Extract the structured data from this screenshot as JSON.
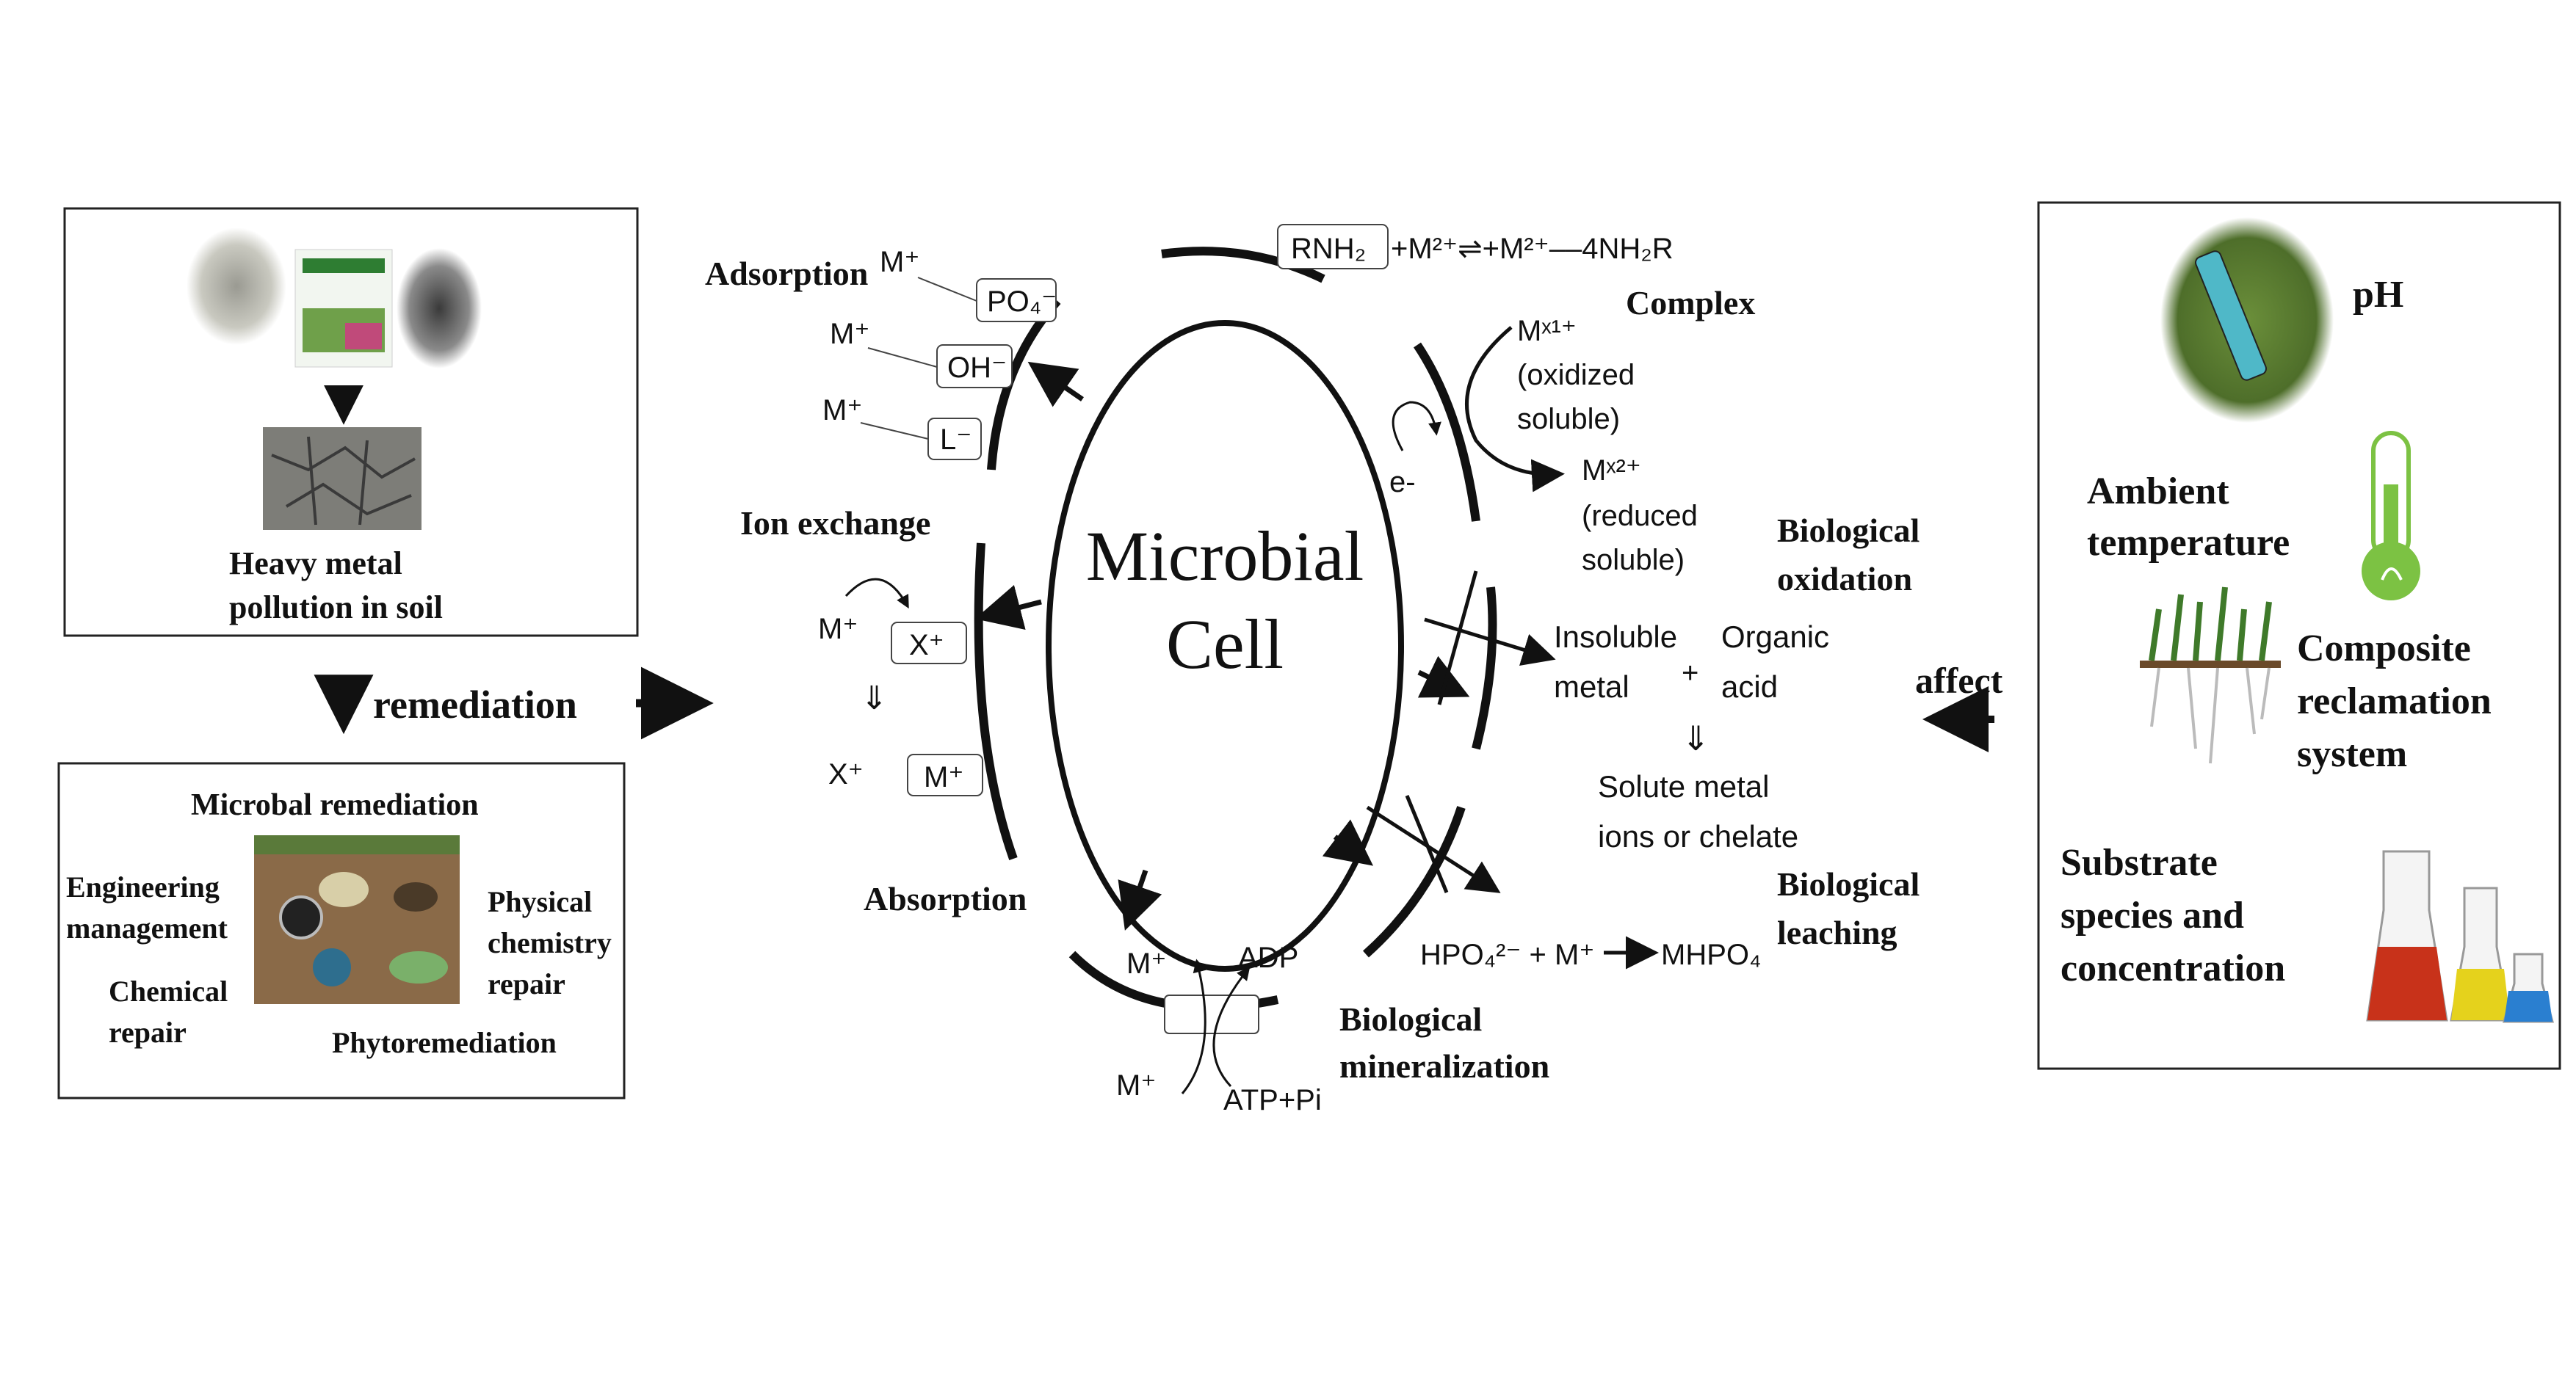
{
  "left_panel": {
    "pollution_title_line1": "Heavy metal",
    "pollution_title_line2": "pollution in soil",
    "remediation_label": "remediation",
    "methods_title": "Microbal remediation",
    "method_engineering_line1": "Engineering",
    "method_engineering_line2": "management",
    "method_physical_line1": "Physical",
    "method_physical_line2": "chemistry",
    "method_physical_line3": "repair",
    "method_chemical_line1": "Chemical",
    "method_chemical_line2": "repair",
    "method_phyto": "Phytoremediation"
  },
  "cell": {
    "title_line1": "Microbial",
    "title_line2": "Cell"
  },
  "mechanisms": {
    "adsorption": "Adsorption",
    "ion_exchange": "Ion exchange",
    "absorption": "Absorption",
    "complex": "Complex",
    "bio_oxidation_line1": "Biological",
    "bio_oxidation_line2": "oxidation",
    "bio_leaching_line1": "Biological",
    "bio_leaching_line2": "leaching",
    "bio_mineralization_line1": "Biological",
    "bio_mineralization_line2": "mineralization"
  },
  "species": {
    "m_plus": "M⁺",
    "po4": "PO₄⁻",
    "oh": "OH⁻",
    "l": "L⁻",
    "x_plus": "X⁺",
    "rnh2": "RNH₂",
    "complex_eq": "+M²⁺⇌+M²⁺‒‒4NH₂R",
    "mx1": "Mˣ¹⁺",
    "oxidized_line1": "(oxidized",
    "oxidized_line2": "soluble)",
    "mx2": "Mˣ²⁺",
    "reduced_line1": "(reduced",
    "reduced_line2": "soluble)",
    "electron": "e-",
    "insoluble_line1": "Insoluble",
    "insoluble_line2": "metal",
    "plus": "+",
    "organic_line1": "Organic",
    "organic_line2": "acid",
    "solute_line1": "Solute metal",
    "solute_line2": "ions or chelate",
    "hpo4_eq": "HPO₄²⁻ + M⁺",
    "mhpo4": "MHPO₄",
    "adp": "ADP",
    "atp": "ATP+Pi"
  },
  "right_panel": {
    "affect_label": "affect",
    "ph": "pH",
    "temp_line1": "Ambient",
    "temp_line2": "temperature",
    "composite_line1": "Composite",
    "composite_line2": "reclamation",
    "composite_line3": "system",
    "substrate_line1": "Substrate",
    "substrate_line2": "species and",
    "substrate_line3": "concentration"
  },
  "colors": {
    "flask_red": "#c8321a",
    "flask_yellow": "#e5d21c",
    "flask_blue": "#2a7fd0",
    "thermo_green": "#7cc243",
    "grass_green": "#3f7a2a",
    "soil_brown": "#7a5a3a"
  }
}
